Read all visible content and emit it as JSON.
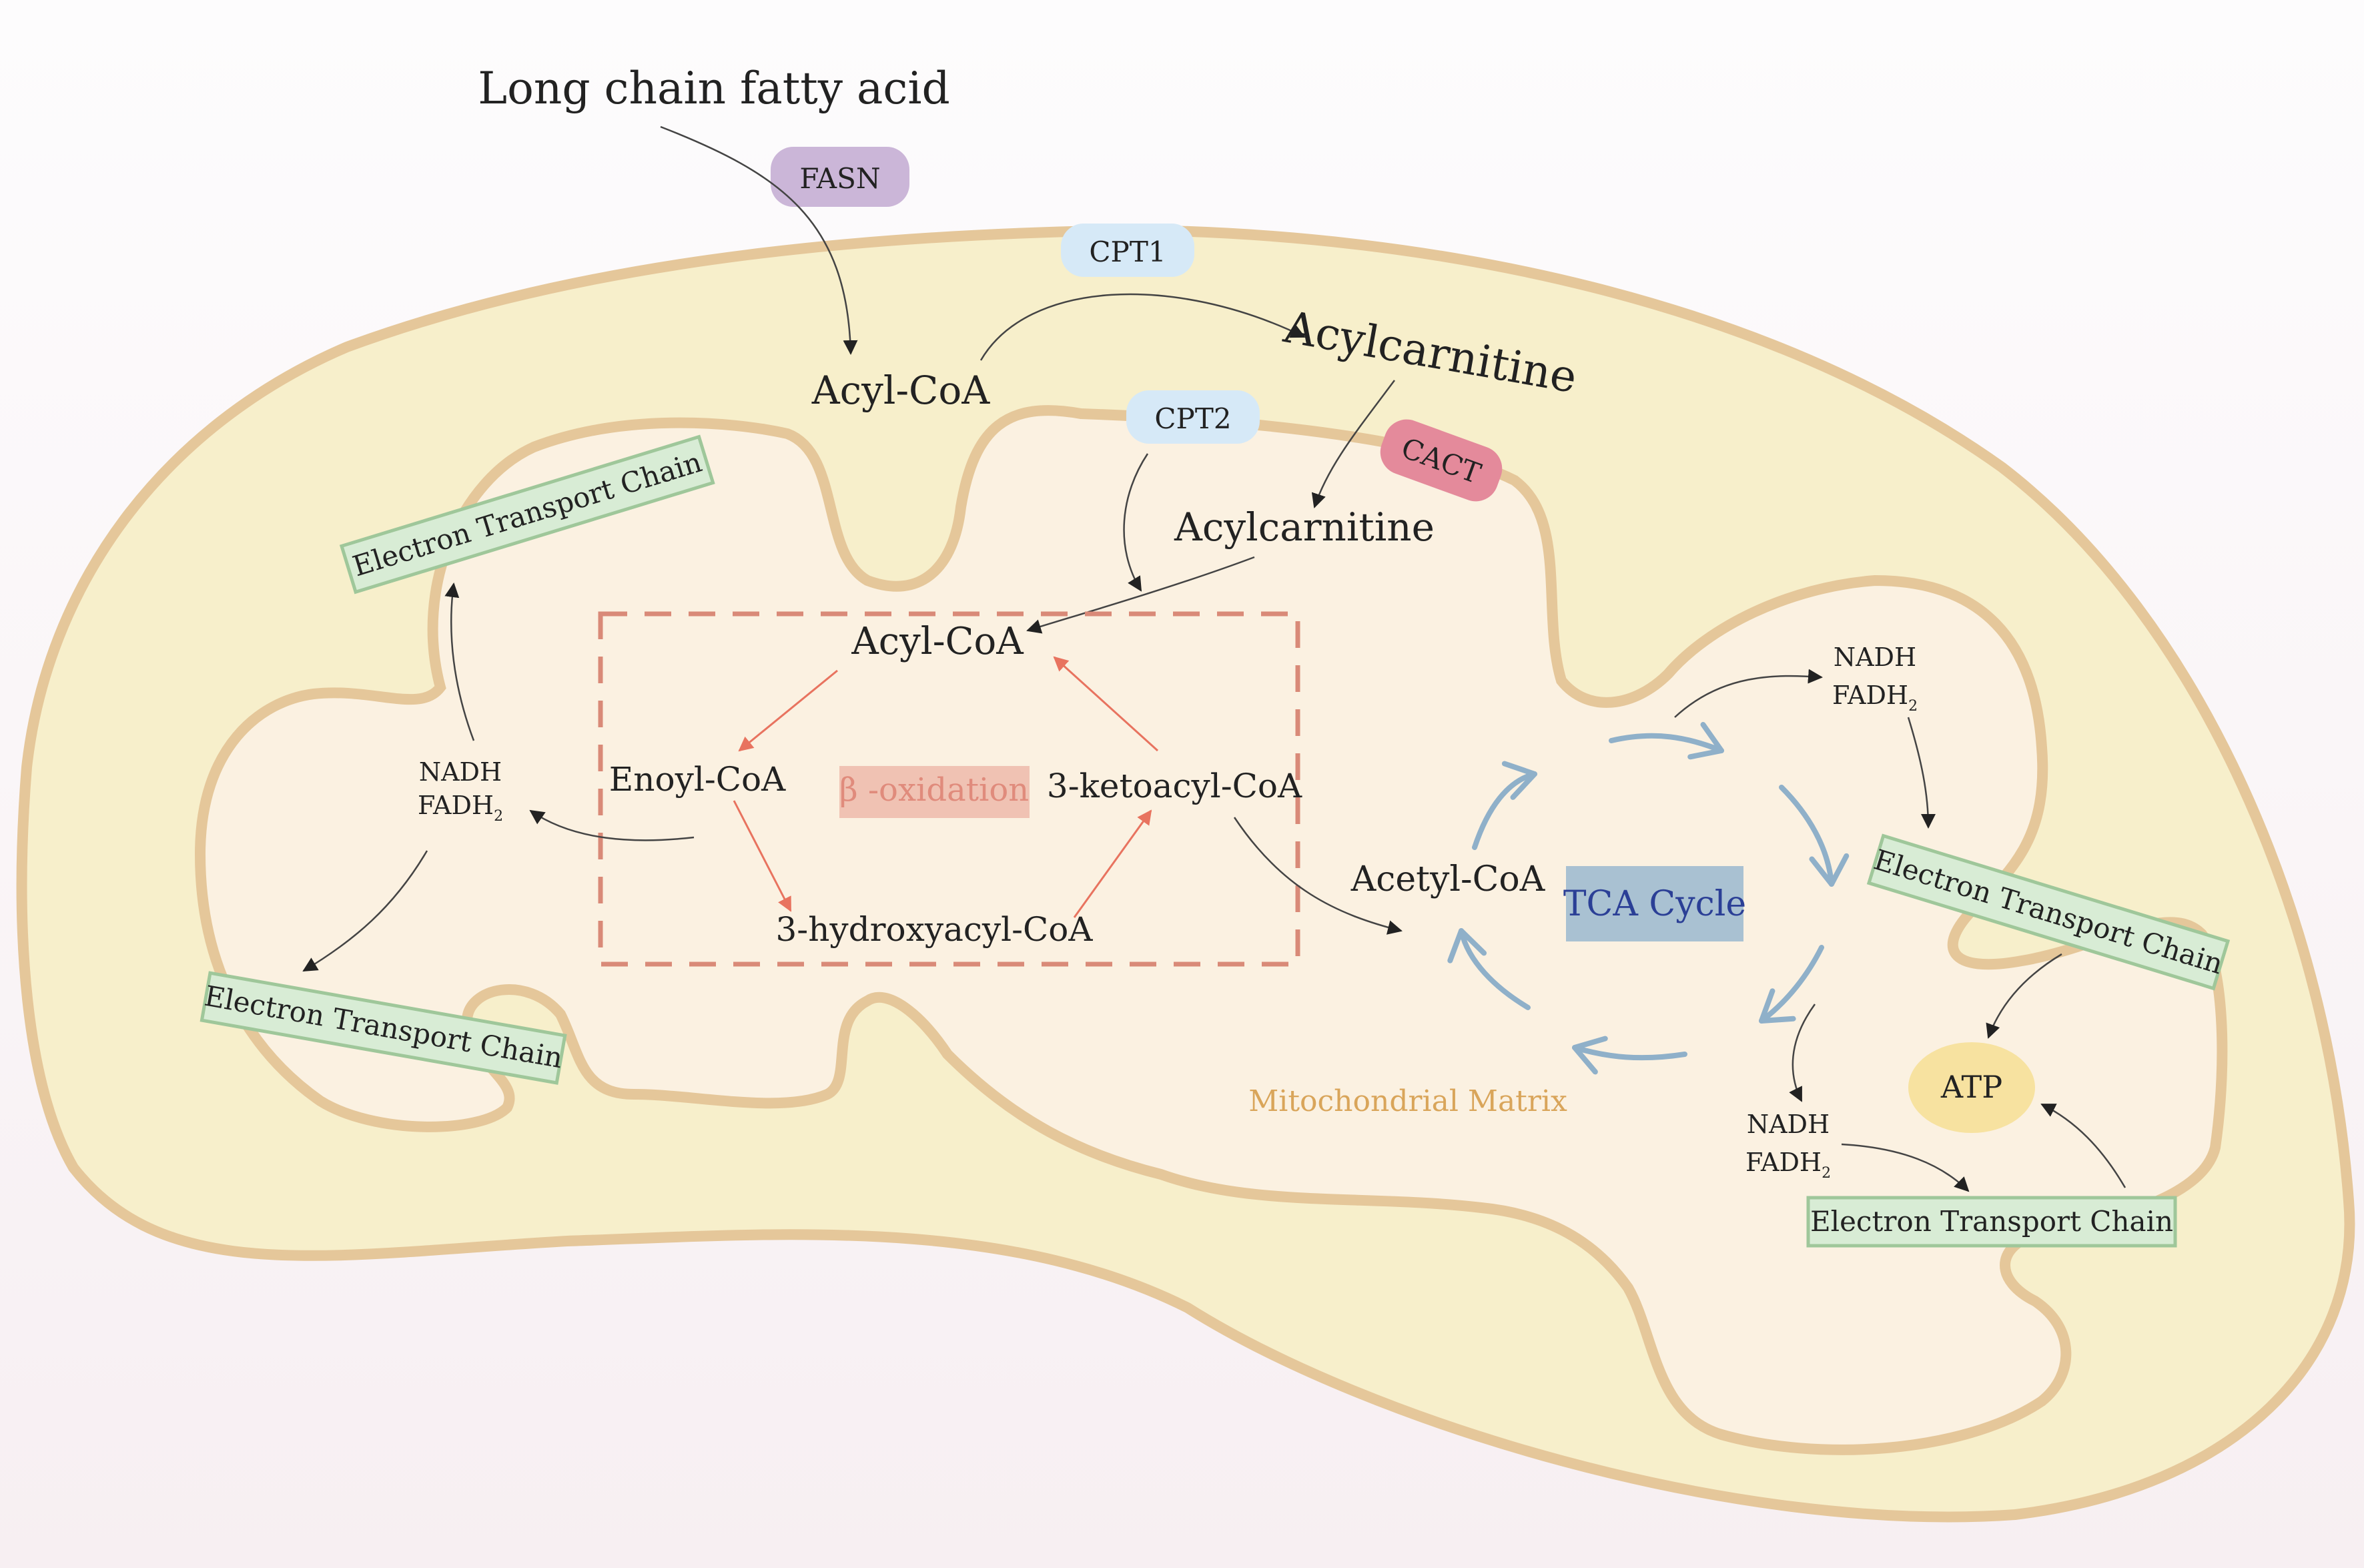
{
  "title": "Long chain fatty acid",
  "enzymes": {
    "fasn": "FASN",
    "cpt1": "CPT1",
    "cpt2": "CPT2",
    "cact": "CACT"
  },
  "metabolites": {
    "acyl_coa_outer": "Acyl-CoA",
    "acylcarnitine_outer": "Acylcarnitine",
    "acylcarnitine_inner": "Acylcarnitine",
    "acyl_coa_cycle": "Acyl-CoA",
    "enoyl_coa": "Enoyl-CoA",
    "hydroxyacyl_coa": "3-hydroxyacyl-CoA",
    "ketoacyl_coa": "3-ketoacyl-CoA",
    "acetyl_coa": "Acetyl-CoA",
    "atp": "ATP"
  },
  "beta_oxidation_label": "β -oxidation",
  "tca_label": "TCA Cycle",
  "matrix_label": "Mitochondrial Matrix",
  "etc": {
    "top_left": "Electron Transport Chain",
    "bottom_left": "Electron Transport Chain",
    "right": "Electron Transport Chain",
    "bottom_right": "Electron Transport Chain"
  },
  "cofactors": {
    "nadh": "NADH",
    "fadh_base": "FADH",
    "fadh_sub": "2"
  },
  "colors": {
    "outer_membrane_fill": "#f7efcb",
    "membrane_stroke": "#e5c79a",
    "matrix_fill": "#fbf1e1",
    "fasn": "#cbb6d8",
    "cpt": "#d6e9f7",
    "cact": "#e48a9b",
    "beta_box": "#d98a78",
    "beta_label_bg": "#f0c2b3",
    "beta_label_text": "#e08b7c",
    "tca_bg": "#a9c1d2",
    "tca_text": "#2b3f96",
    "tca_arrows": "#8fb0c9",
    "etc_fill": "#d8ecd5",
    "etc_stroke": "#9fc79a",
    "atp": "#f7e2a0",
    "matrix_text": "#d9a55a",
    "red_arrow": "#e8735f"
  }
}
